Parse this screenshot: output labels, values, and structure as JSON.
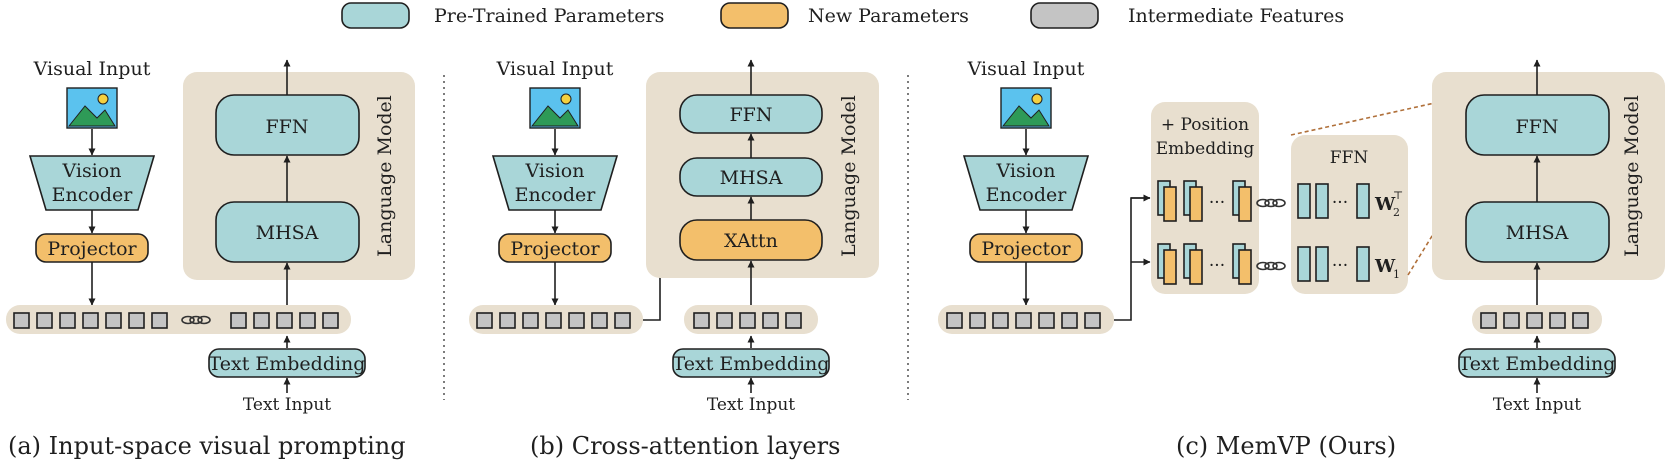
{
  "legend": {
    "pretrained": "Pre-Trained Parameters",
    "new": "New Parameters",
    "intermediate": "Intermediate Features"
  },
  "colors": {
    "pretrained": "#a9d6d8",
    "new": "#f3bf6b",
    "intermediate": "#c4c4c4",
    "panel": "#e8dfcf"
  },
  "common": {
    "visual_input": "Visual Input",
    "vision": "Vision",
    "encoder": "Encoder",
    "projector": "Projector",
    "text_embedding": "Text Embedding",
    "text_input": "Text Input",
    "language_model": "Language Model",
    "ffn": "FFN",
    "mhsa": "MHSA"
  },
  "panel_b": {
    "xattn": "XAttn"
  },
  "panel_c": {
    "position_line1": "+ Position",
    "position_line2": "Embedding",
    "ffn_label": "FFN",
    "ellipsis": "···",
    "w2": "W",
    "w2_sub": "2",
    "w2_sup": "⊤",
    "w1": "W",
    "w1_sub": "1"
  },
  "captions": {
    "a": "(a) Input-space visual prompting",
    "b": "(b) Cross-attention layers",
    "c": "(c) MemVP (Ours)"
  }
}
